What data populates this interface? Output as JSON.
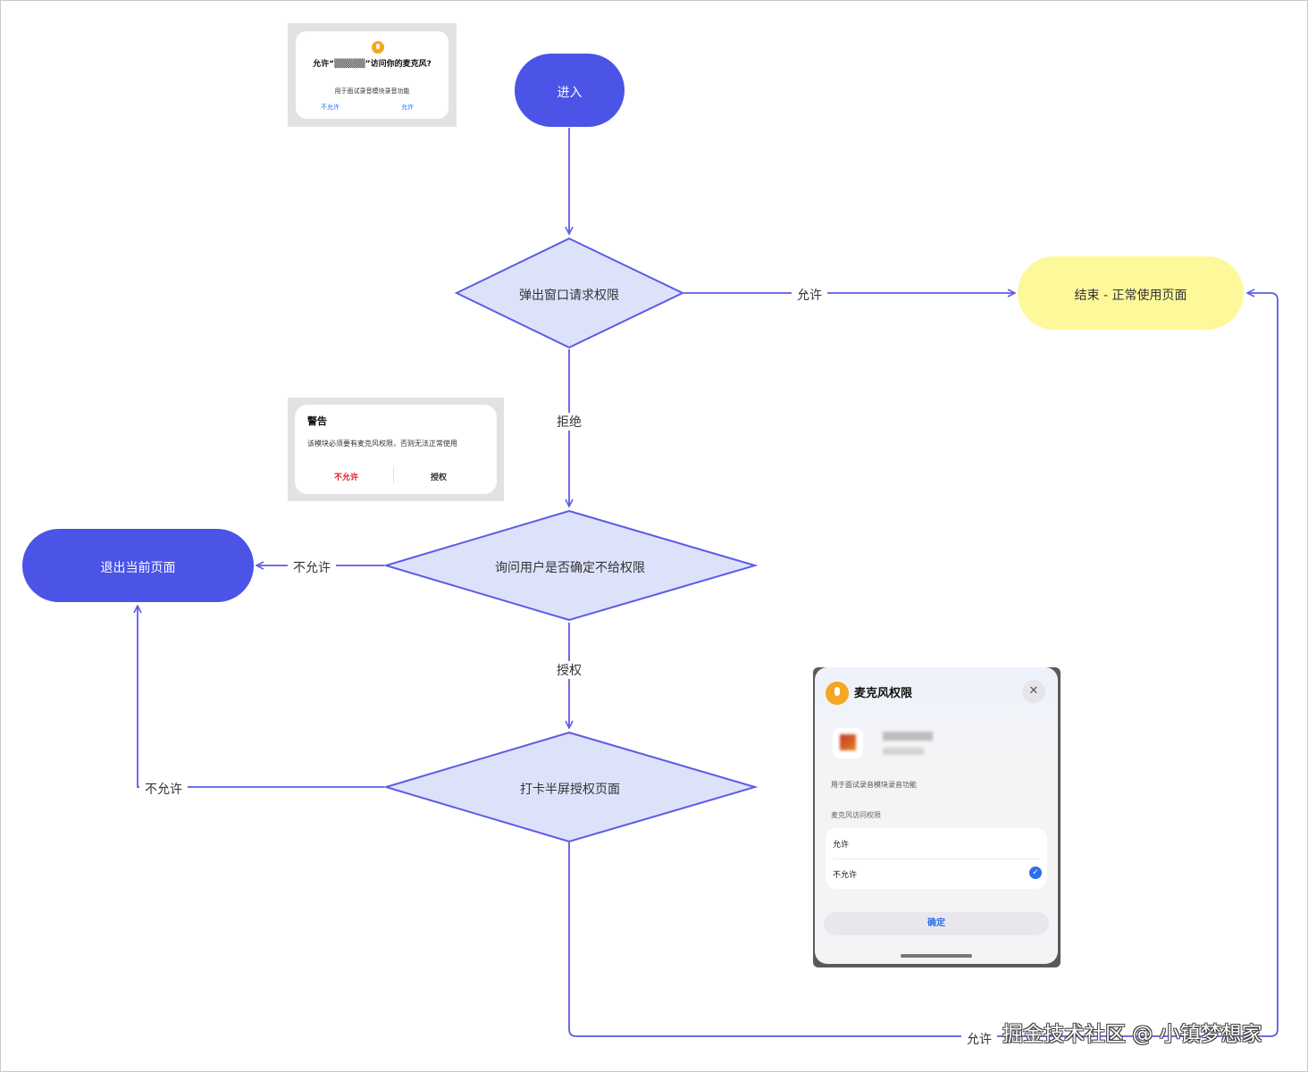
{
  "colors": {
    "line": "#5c5ce6",
    "terminal_blue": "#4b54e6",
    "decision_fill": "#dde2fb",
    "end_yellow": "#fdf89a"
  },
  "nodes": {
    "enter": "进入",
    "popup_request": "弹出窗口请求权限",
    "end_normal": "结束 - 正常使用页面",
    "ask_user": "询问用户是否确定不给权限",
    "exit_page": "退出当前页面",
    "half_screen": "打卡半屏授权页面"
  },
  "edges": {
    "allow_1": "允许",
    "deny_1": "拒绝",
    "not_allow_1": "不允许",
    "authorize": "授权",
    "not_allow_2": "不允许",
    "allow_2": "允许"
  },
  "screenshot1": {
    "title": "允许“▒▒▒▒▒”访问你的麦克风?",
    "desc": "用于面试录音模块录音功能",
    "deny": "不允许",
    "allow": "允许"
  },
  "screenshot2": {
    "title": "警告",
    "body": "该模块必须要有麦克风权限，否则无法正常使用",
    "deny": "不允许",
    "allow": "授权"
  },
  "screenshot3": {
    "title": "麦克风权限",
    "close": "✕",
    "desc": "用于面试录音模块录音功能",
    "section": "麦克风访问权限",
    "option_allow": "允许",
    "option_deny": "不允许",
    "check": "✓",
    "confirm": "确定"
  },
  "watermark": "掘金技术社区 @ 小镇梦想家"
}
